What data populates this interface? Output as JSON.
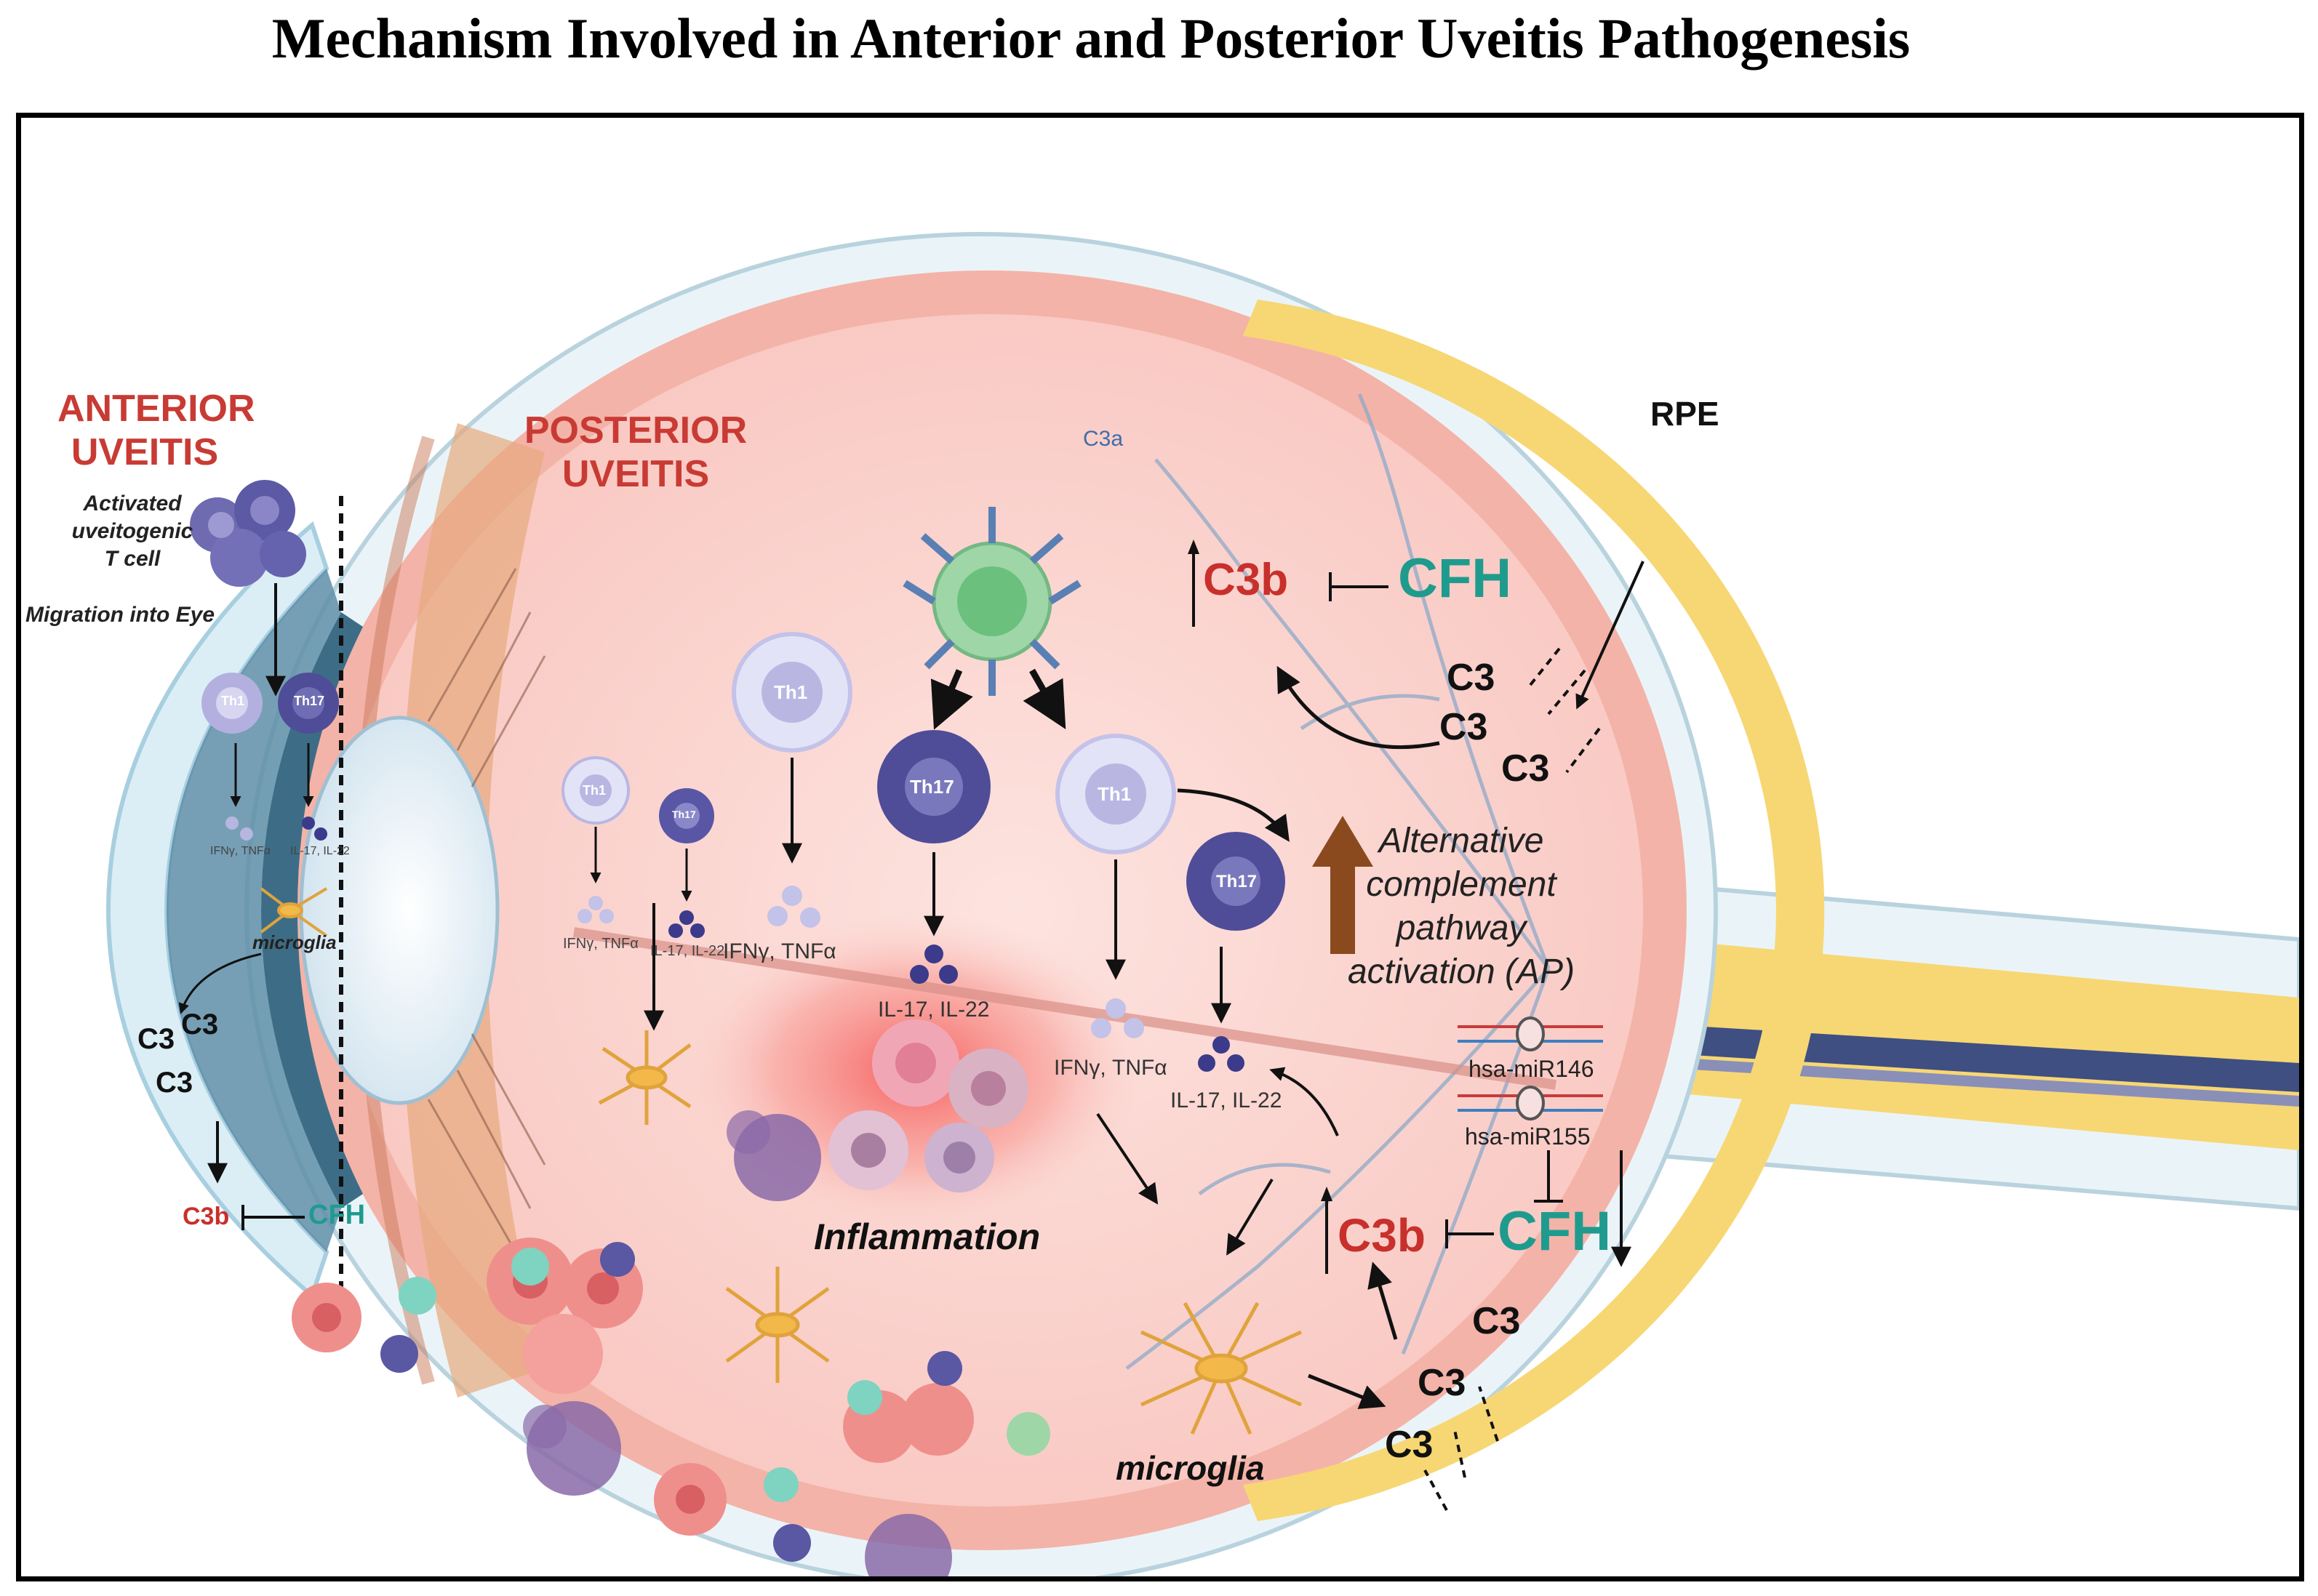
{
  "title": "Mechanism Involved in Anterior and Posterior Uveitis Pathogenesis",
  "anterior": {
    "heading_line1": "ANTERIOR",
    "heading_line2": "UVEITIS",
    "activated_line1": "Activated",
    "activated_line2": "uveitogenic",
    "activated_line3": "T cell",
    "migration": "Migration into Eye",
    "th1": "Th1",
    "th17": "Th17",
    "cyt_left": "IFNγ, TNFα",
    "cyt_right": "IL-17, IL-22",
    "microglia": "microglia",
    "c3_a": "C3",
    "c3_b": "C3",
    "c3_c": "C3",
    "c3b": "C3b",
    "cfh": "CFH"
  },
  "posterior": {
    "heading_line1": "POSTERIOR",
    "heading_line2": "UVEITIS",
    "c3a": "C3a",
    "th1": "Th1",
    "th17": "Th17",
    "small_th1_cyt": "IFNγ, TNFα",
    "small_th17_cyt": "IL-17, IL-22",
    "cyt_ifn_1": "IFNγ, TNFα",
    "cyt_il_1": "IL-17, IL-22",
    "cyt_ifn_2": "IFNγ, TNFα",
    "cyt_il_2": "IL-17, IL-22",
    "inflammation": "Inflammation",
    "microglia": "microglia"
  },
  "complement": {
    "rpe": "RPE",
    "c3b_top": "C3b",
    "cfh_top": "CFH",
    "c3_top_1": "C3",
    "c3_top_2": "C3",
    "c3_top_3": "C3",
    "alt_line1": "Alternative",
    "alt_line2": "complement",
    "alt_line3": "pathway",
    "alt_line4": "activation (AP)",
    "mir146": "hsa-miR146",
    "mir155": "hsa-miR155",
    "c3b_bottom": "C3b",
    "cfh_bottom": "CFH",
    "c3_bot_1": "C3",
    "c3_bot_2": "C3",
    "c3_bot_3": "C3"
  },
  "colors": {
    "c3b": "#c8302c",
    "cfh": "#1f9b8e",
    "heading": "#c83b34",
    "sclera": "#f4b3a8",
    "retina_yellow": "#f7d774",
    "vitreous": "#fbd3cf",
    "up_arrow": "#8a4a1e"
  }
}
